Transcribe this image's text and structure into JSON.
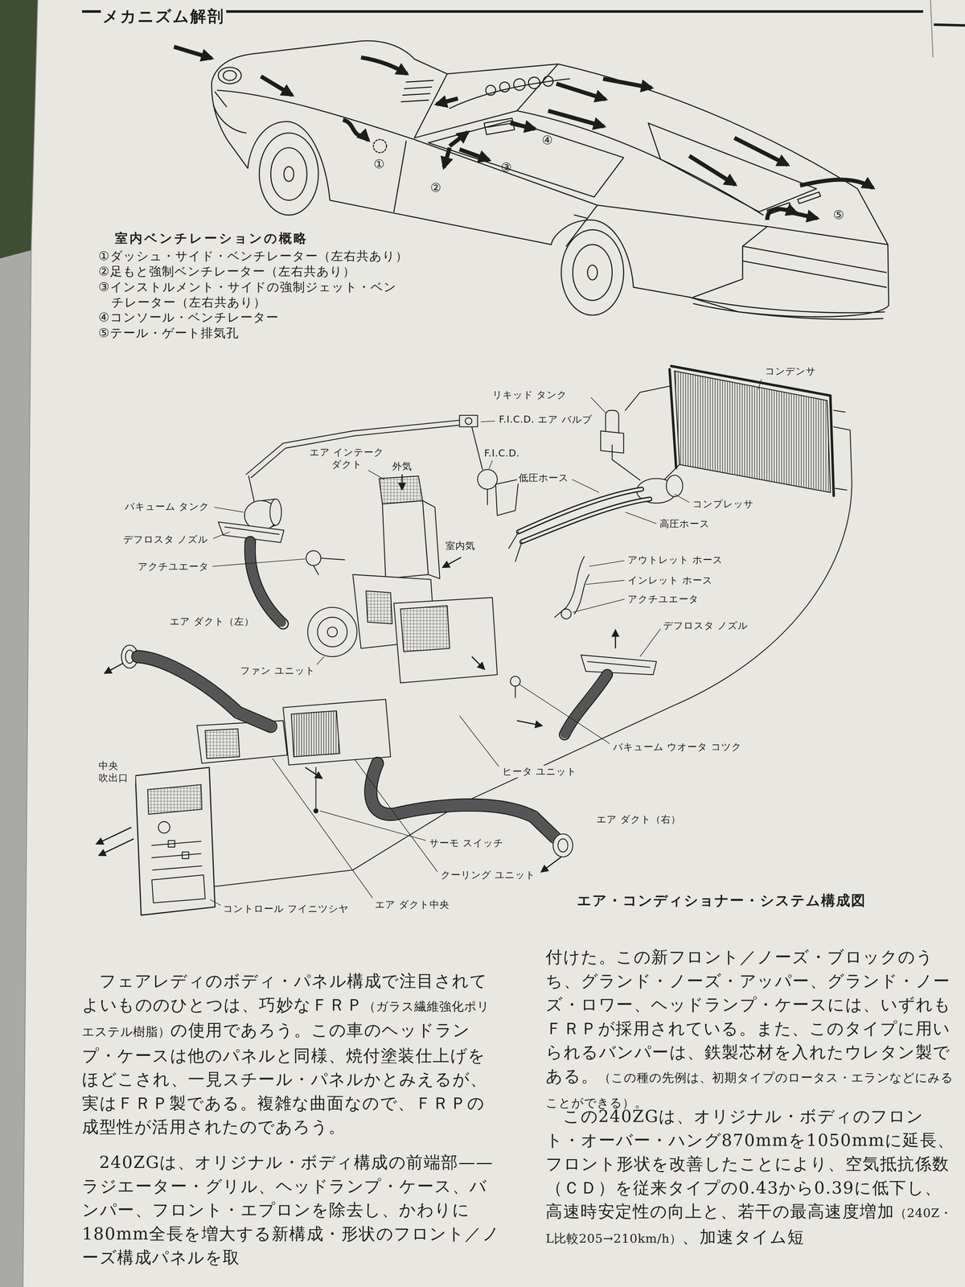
{
  "diagram": {
    "title": "メカニズム解剖",
    "caption": "エア・コンディショナー・システム構成図",
    "labels": [
      "室内ベンチレーションの概略",
      "①ダッシュ・サイド・ベンチレーター（左右共あり）",
      "②足もと強制ベンチレーター（左右共あり）",
      "③インストルメント・サイドの強制ジェット・ベンチレーター（左右共あり）",
      "④コンソール・ベンチレーター",
      "⑤テール・ゲート排気孔",
      "①",
      "②",
      "③",
      "④",
      "⑤",
      "コンデンサ",
      "リキッド タンク",
      "F.I.C.D. エア バルブ",
      "エア インテーク ダクト",
      "外気",
      "F.I.C.D.",
      "低圧ホース",
      "コンプレッサ",
      "バキューム タンク",
      "高圧ホース",
      "デフロスタ ノズル",
      "室内気",
      "アクチユエータ",
      "アウトレット ホース",
      "インレット ホース",
      "アクチユエータ",
      "エア ダクト（左）",
      "デフロスタ ノズル",
      "ファン ユニット",
      "中央 吹出口",
      "バキューム ウオータ コツク",
      "ヒータ ユニット",
      "エア ダクト（右）",
      "サーモ スイッチ",
      "クーリング ユニット",
      "コントロール フイニツシヤ",
      "エア ダクト中央",
      "フェアレディのボディ・パネル構成で注目されてよいもののひとつは、巧妙なＦＲＰ",
      "（ガラス繊維強化ポリエステル樹脂）",
      "の使用であろう。この車のヘッドランプ・ケースは他のパネルと同様、焼付塗装仕上げをほどこされ、一見スチール・パネルかとみえるが、実はＦＲＰ製である。複雑な曲面なので、ＦＲＰの成型性が活用されたのであろう。",
      "240ZGは、オリジナル・ボディ構成の前端部——ラジエーター・グリル、ヘッドランプ・ケース、バンパー、フロント・エプロンを除去し、かわりに180mm全長を増大する新構成・形状のフロント／ノーズ構成パネルを取",
      "付けた。この新フロント／ノーズ・ブロックのうち、グランド・ノーズ・アッパー、グランド・ノーズ・ロワー、ヘッドランプ・ケースには、いずれもＦＲＰが採用されている。また、このタイプに用いられるバンパーは、鉄製芯材を入れたウレタン製である。",
      "（この種の先例は、初期タイプのロータス・エランなどにみることができる）。",
      "この240ZGは、オリジナル・ボディのフロント・オーバー・ハング870mmを1050mmに延長、フロント形状を改善したことにより、空気抵抗係数（ＣＤ）を従来タイプの0.43から0.39に低下し、高速時安定性の向上と、若干の最高速度増加",
      "（240Z・L比較205→210km/h）",
      "、加速タイム短"
    ]
  }
}
